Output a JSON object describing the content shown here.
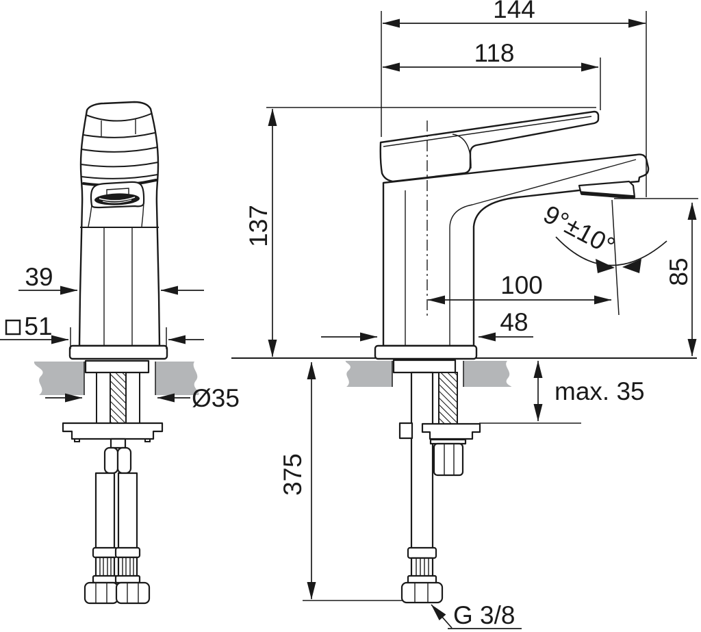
{
  "dimensions": {
    "front_view": {
      "handle_width": "39",
      "base_square": "51",
      "hole_diameter": "Ø35"
    },
    "side_view": {
      "overall_depth": "144",
      "handle_depth": "118",
      "height_above_deck": "137",
      "spout_projection": "100",
      "base_depth": "48",
      "spout_height": "85",
      "spray_angle": "9°±10°",
      "deck_thickness": "max. 35",
      "hose_length": "375",
      "connection_thread": "G 3/8"
    }
  },
  "colors": {
    "line": "#1a1a1a",
    "countertop": "#b4b6b8",
    "background": "#ffffff"
  }
}
